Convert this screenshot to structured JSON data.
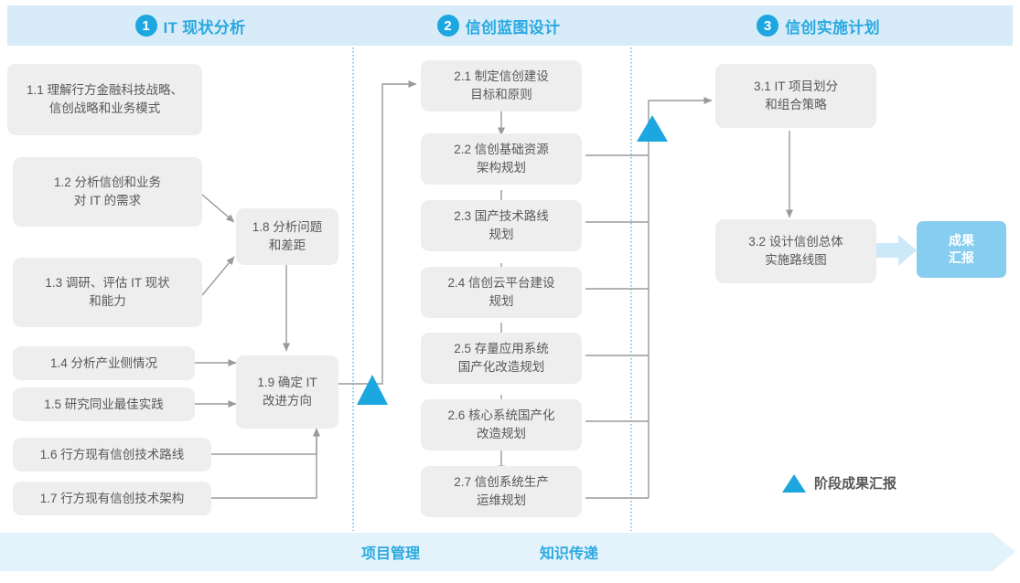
{
  "phases": [
    {
      "num": "1",
      "title": "IT 现状分析"
    },
    {
      "num": "2",
      "title": "信创蓝图设计"
    },
    {
      "num": "3",
      "title": "信创实施计划"
    }
  ],
  "tasks": {
    "phase1_left": [
      {
        "id": "1.1",
        "label": "1.1 理解行方金融科技战略、\n信创战略和业务模式"
      },
      {
        "id": "1.2",
        "label": "1.2 分析信创和业务\n对 IT 的需求"
      },
      {
        "id": "1.3",
        "label": "1.3 调研、评估 IT 现状\n和能力"
      },
      {
        "id": "1.4",
        "label": "1.4 分析产业侧情况"
      },
      {
        "id": "1.5",
        "label": "1.5 研究同业最佳实践"
      },
      {
        "id": "1.6",
        "label": "1.6 行方现有信创技术路线"
      },
      {
        "id": "1.7",
        "label": "1.7 行方现有信创技术架构"
      }
    ],
    "phase1_mid": [
      {
        "id": "1.8",
        "label": "1.8 分析问题\n和差距"
      },
      {
        "id": "1.9",
        "label": "1.9 确定 IT\n改进方向"
      }
    ],
    "phase2": [
      {
        "id": "2.1",
        "label": "2.1 制定信创建设\n目标和原则"
      },
      {
        "id": "2.2",
        "label": "2.2 信创基础资源\n架构规划"
      },
      {
        "id": "2.3",
        "label": "2.3 国产技术路线\n规划"
      },
      {
        "id": "2.4",
        "label": "2.4 信创云平台建设\n规划"
      },
      {
        "id": "2.5",
        "label": "2.5 存量应用系统\n国产化改造规划"
      },
      {
        "id": "2.6",
        "label": "2.6 核心系统国产化\n改造规划"
      },
      {
        "id": "2.7",
        "label": "2.7 信创系统生产\n运维规划"
      }
    ],
    "phase3": [
      {
        "id": "3.1",
        "label": "3.1 IT 项目划分\n和组合策略"
      },
      {
        "id": "3.2",
        "label": "3.2 设计信创总体\n实施路线图"
      }
    ]
  },
  "result_chip": {
    "label": "成果\n汇报"
  },
  "legend": {
    "label": "阶段成果汇报",
    "marker": "triangle-marker"
  },
  "bottom_band": [
    {
      "label": "项目管理"
    },
    {
      "label": "知识传递"
    }
  ],
  "colors": {
    "banner_fill": "#d7ecf8",
    "banner_text": "#2aa9e0",
    "badge_fill": "#1ca7e0",
    "box_fill": "#eeeeef",
    "box_text": "#58585b",
    "chip_fill": "#86cdf0",
    "chip_text": "#ffffff",
    "band_fill": "#e4f3fb",
    "marker_blue": "#1ca7e0",
    "connector_gray": "#9a9a9a",
    "divider_blue": "#4bb8e8",
    "chip_arrow": "#cce9f9"
  }
}
